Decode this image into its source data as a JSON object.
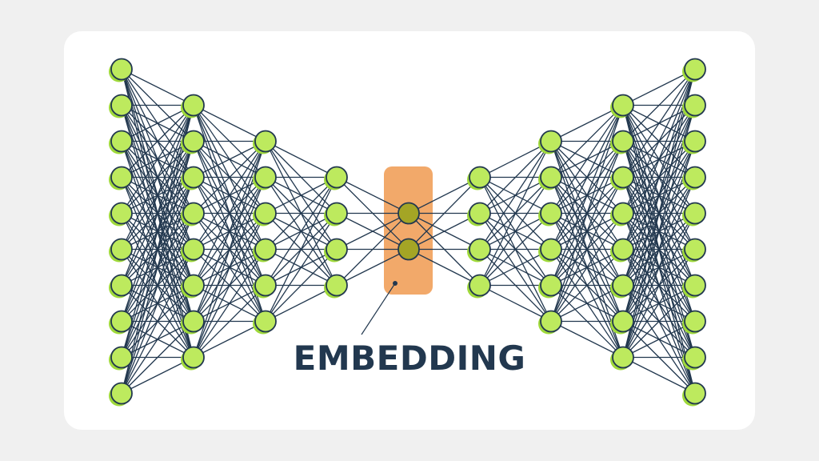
{
  "diagram": {
    "label": "EMBEDDING",
    "layer_sizes": [
      10,
      8,
      6,
      4,
      2,
      4,
      6,
      8,
      10
    ],
    "bottleneck_layer_index": 4,
    "colors": {
      "background": "#f0f0f0",
      "card": "#ffffff",
      "node_fill": "#bdea5e",
      "node_shadow": "#9fd93a",
      "node_stroke": "#22384f",
      "edge": "#22384f",
      "embedding_node_fill": "#a4a525",
      "embedding_box": "#f2a96a",
      "label_text": "#22384f"
    }
  }
}
